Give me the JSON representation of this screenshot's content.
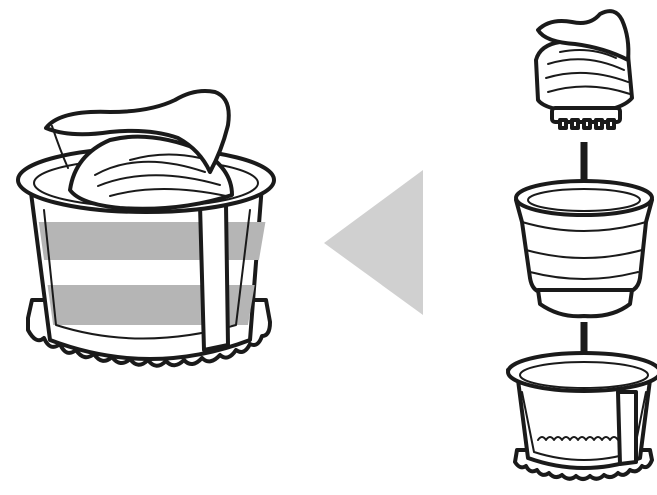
{
  "diagram": {
    "type": "assembly-instruction",
    "steps": [
      {
        "name": "screw-auger",
        "order": 1
      },
      {
        "name": "juicing-drum",
        "order": 2
      },
      {
        "name": "rotating-brush-holder",
        "order": 3
      }
    ],
    "result": "assembled-unit",
    "direction_arrow": "left",
    "colors": {
      "outline": "#1a1a1a",
      "shade": "#b5b5b5",
      "arrow": "#d0d0d0",
      "background": "#ffffff"
    }
  }
}
